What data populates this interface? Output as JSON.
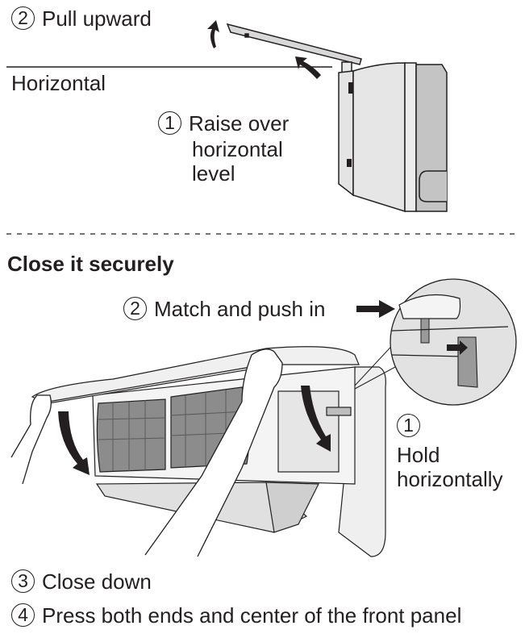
{
  "section_open": {
    "step2": {
      "number": "2",
      "label": "Pull upward"
    },
    "horizontal_label": "Horizontal",
    "step1": {
      "number": "1",
      "lines": [
        "Raise over",
        "horizontal",
        "level"
      ]
    }
  },
  "section_close": {
    "heading": "Close it securely",
    "step2": {
      "number": "2",
      "label": "Match and push in"
    },
    "step1": {
      "number": "1",
      "lines": [
        "Hold",
        "horizontally"
      ]
    },
    "step3": {
      "number": "3",
      "label": "Close down"
    },
    "step4": {
      "number": "4",
      "label": "Press both ends and center of the front panel"
    }
  }
}
